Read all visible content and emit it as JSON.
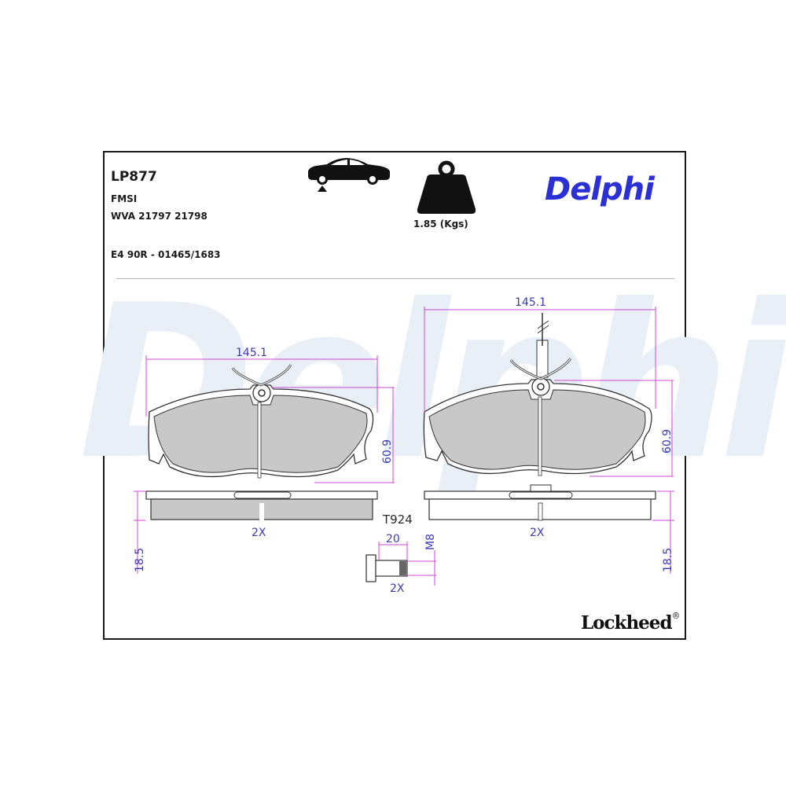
{
  "header": {
    "part_number": "LP877",
    "fmsi_label": "FMSI",
    "wva": "WVA 21797 21798",
    "ece_approval": "E4 90R - 01465/1683",
    "position_icon": "car-front-axle-icon",
    "weight_icon": "weight-icon",
    "weight": "1.85 (Kgs)",
    "brand": "Delphi",
    "brand_color": "#2b2fd6"
  },
  "watermark": {
    "text": "Delphi",
    "color": "#e8eef6"
  },
  "drawing": {
    "dimension_color": "#d04ad0",
    "dimension_text_color": "#3a3ab8",
    "pad_fill": "#c8c8c8",
    "left_pad": {
      "width": "145.1",
      "height": "60.9",
      "thickness": "18.5",
      "quantity": "2X"
    },
    "right_pad": {
      "width": "145.1",
      "height": "60.9",
      "thickness": "18.5",
      "quantity": "2X"
    },
    "accessory_code": "T924",
    "bolt": {
      "length": "20",
      "thread": "M8",
      "quantity": "2X"
    }
  },
  "footer": {
    "brand": "Lockheed",
    "registered": "®"
  }
}
